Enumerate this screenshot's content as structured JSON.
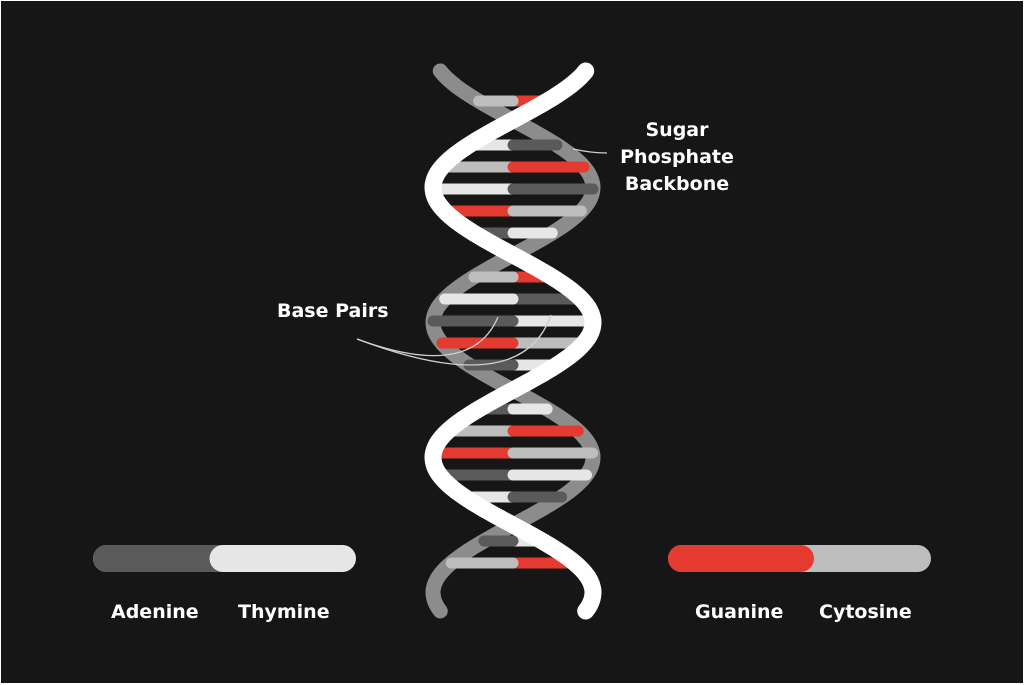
{
  "labels": {
    "backbone": [
      "Sugar",
      "Phosphate",
      "Backbone"
    ],
    "base_pairs": "Base Pairs"
  },
  "legend": {
    "adenine": "Adenine",
    "thymine": "Thymine",
    "guanine": "Guanine",
    "cytosine": "Cytosine"
  },
  "colors": {
    "background": "#161616",
    "backbone_front": "#ffffff",
    "backbone_back": "#8c8c8c",
    "adenine": "#5a5a5a",
    "thymine": "#e6e6e6",
    "guanine": "#e53a2f",
    "cytosine": "#bdbdbd",
    "leader_line": "#cfcfcf"
  }
}
